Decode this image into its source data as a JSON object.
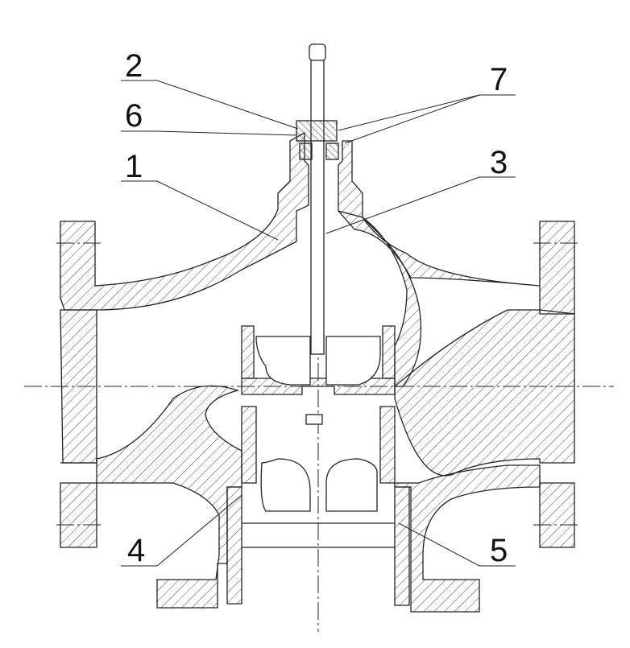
{
  "drawing": {
    "labels": {
      "l1": "1",
      "l2": "2",
      "l3": "3",
      "l4": "4",
      "l5": "5",
      "l6": "6",
      "l7": "7"
    },
    "colors": {
      "line": "#222222",
      "hatch": "#444444",
      "background": "#ffffff"
    }
  }
}
